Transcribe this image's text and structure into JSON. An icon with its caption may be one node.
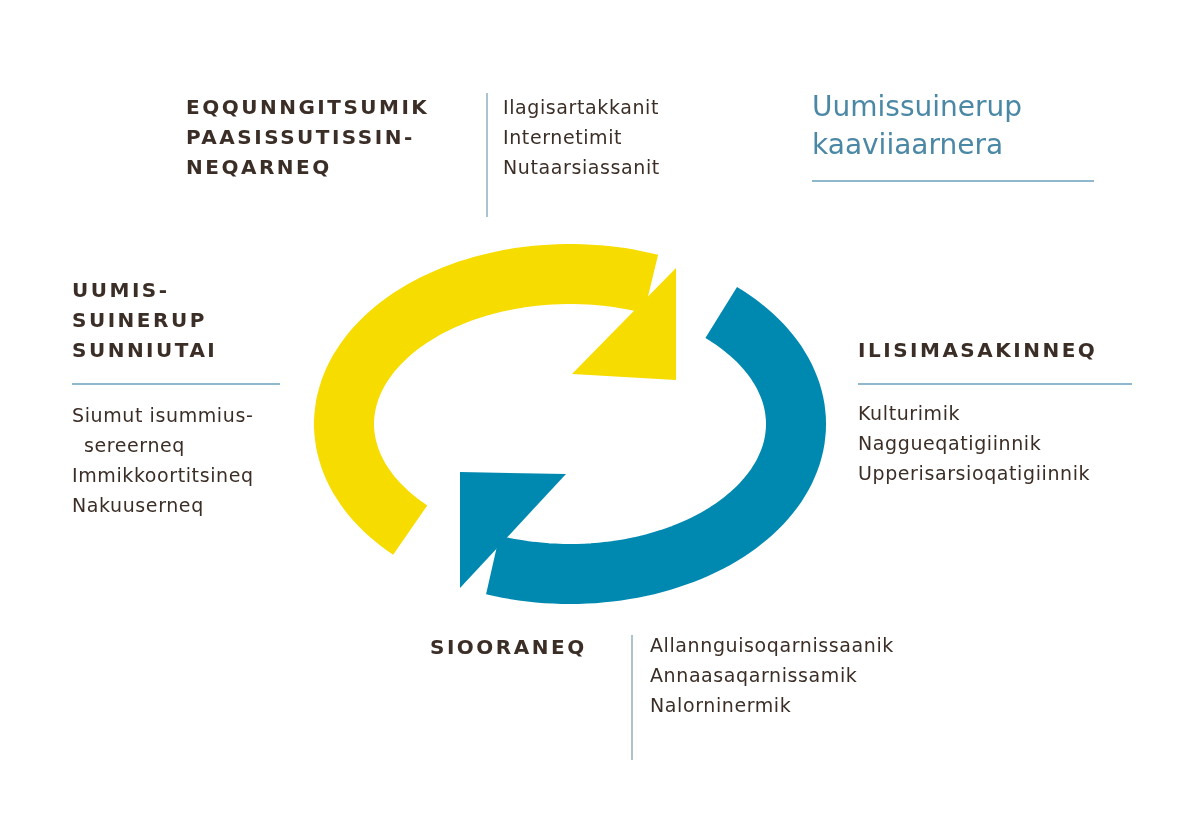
{
  "diagram": {
    "title": "Uumissuinerup kaaviiaarnera",
    "labels": [
      "EQQUNNGITSUMIK PAASISSUTISSIN- NEQARNEQ",
      "Ilagisartakkanit",
      "Internetimit",
      "Nutaarsiassanit",
      "UUMIS- SUINERUP SUNNIUTAI",
      "Siumut isummius- sereerneq",
      "Immikkoortitsineq",
      "Nakuuserneq",
      "ILISIMASAKINNEQ",
      "Kulturimik",
      "Naggueqatigiinnik",
      "Upperisarsioqatigiinnik",
      "SIOORANEQ",
      "Allannguisoqarnissaanik",
      "Annaasaqarnissamik",
      "Nalorninermik"
    ]
  }
}
